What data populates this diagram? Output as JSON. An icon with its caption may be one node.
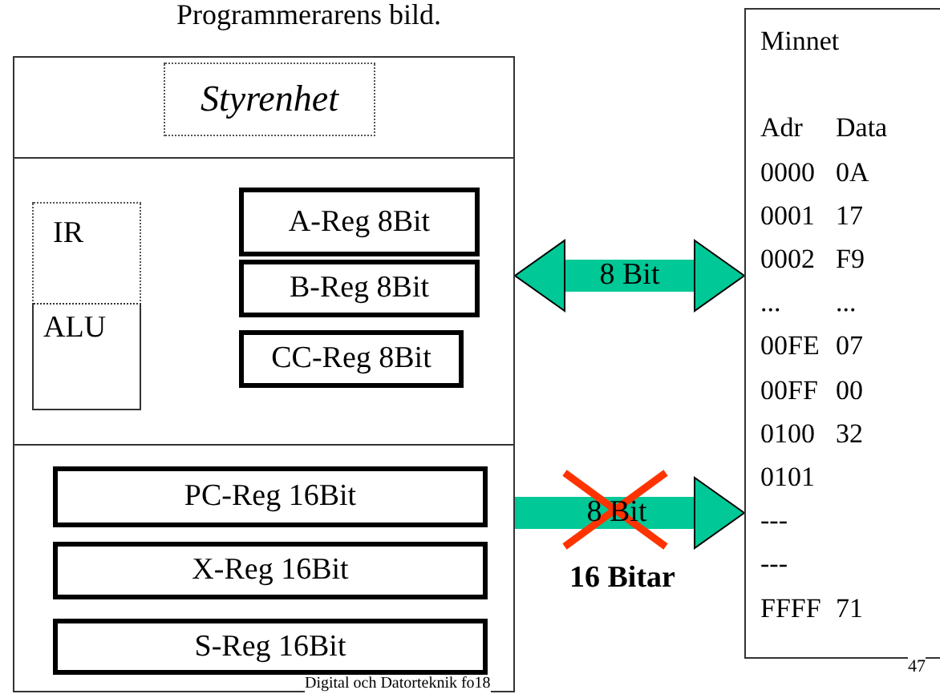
{
  "diagram": {
    "title": "Programmerarens bild.",
    "nodes": [
      {
        "text": [],
        "shape": "box"
      },
      {
        "text": [
          "Styrenhet"
        ],
        "in": 0
      },
      {
        "text": [],
        "shape": "box"
      },
      {
        "text": [
          "IR"
        ],
        "in": 2
      },
      {
        "text": [
          "ALU"
        ],
        "in": 2
      },
      {
        "text": [
          "A-Reg 8Bit"
        ],
        "in": 2
      },
      {
        "text": [
          "B-Reg 8Bit"
        ],
        "in": 2
      },
      {
        "text": [
          "CC-Reg 8Bit"
        ],
        "in": 2
      },
      {
        "text": [],
        "shape": "box"
      },
      {
        "text": [
          "PC-Reg 16Bit"
        ],
        "in": 8
      },
      {
        "text": [
          "X-Reg 16Bit"
        ],
        "in": 8
      },
      {
        "text": [
          "S-Reg 16Bit"
        ],
        "in": 8
      },
      {
        "text": [
          "Minnet",
          "Adr",
          "Data",
          "0000",
          "0A",
          "0001",
          "17",
          "0002",
          "F9",
          "...",
          "...",
          "00FE",
          "07",
          "00FF",
          "00",
          "0100",
          "32",
          "0101",
          "---",
          "---",
          "FFFF",
          "71"
        ]
      }
    ],
    "edges": [
      {
        "from": 2,
        "to": 12,
        "arrow": "both",
        "label": "8 Bit",
        "color": "#00c896"
      },
      {
        "from": 8,
        "to": 12,
        "arrow": "to",
        "label": "8 Bit",
        "color": "#00c896"
      }
    ],
    "labels": [
      "16 Bitar",
      "Digital och Datorteknik  fo18",
      "47"
    ]
  }
}
